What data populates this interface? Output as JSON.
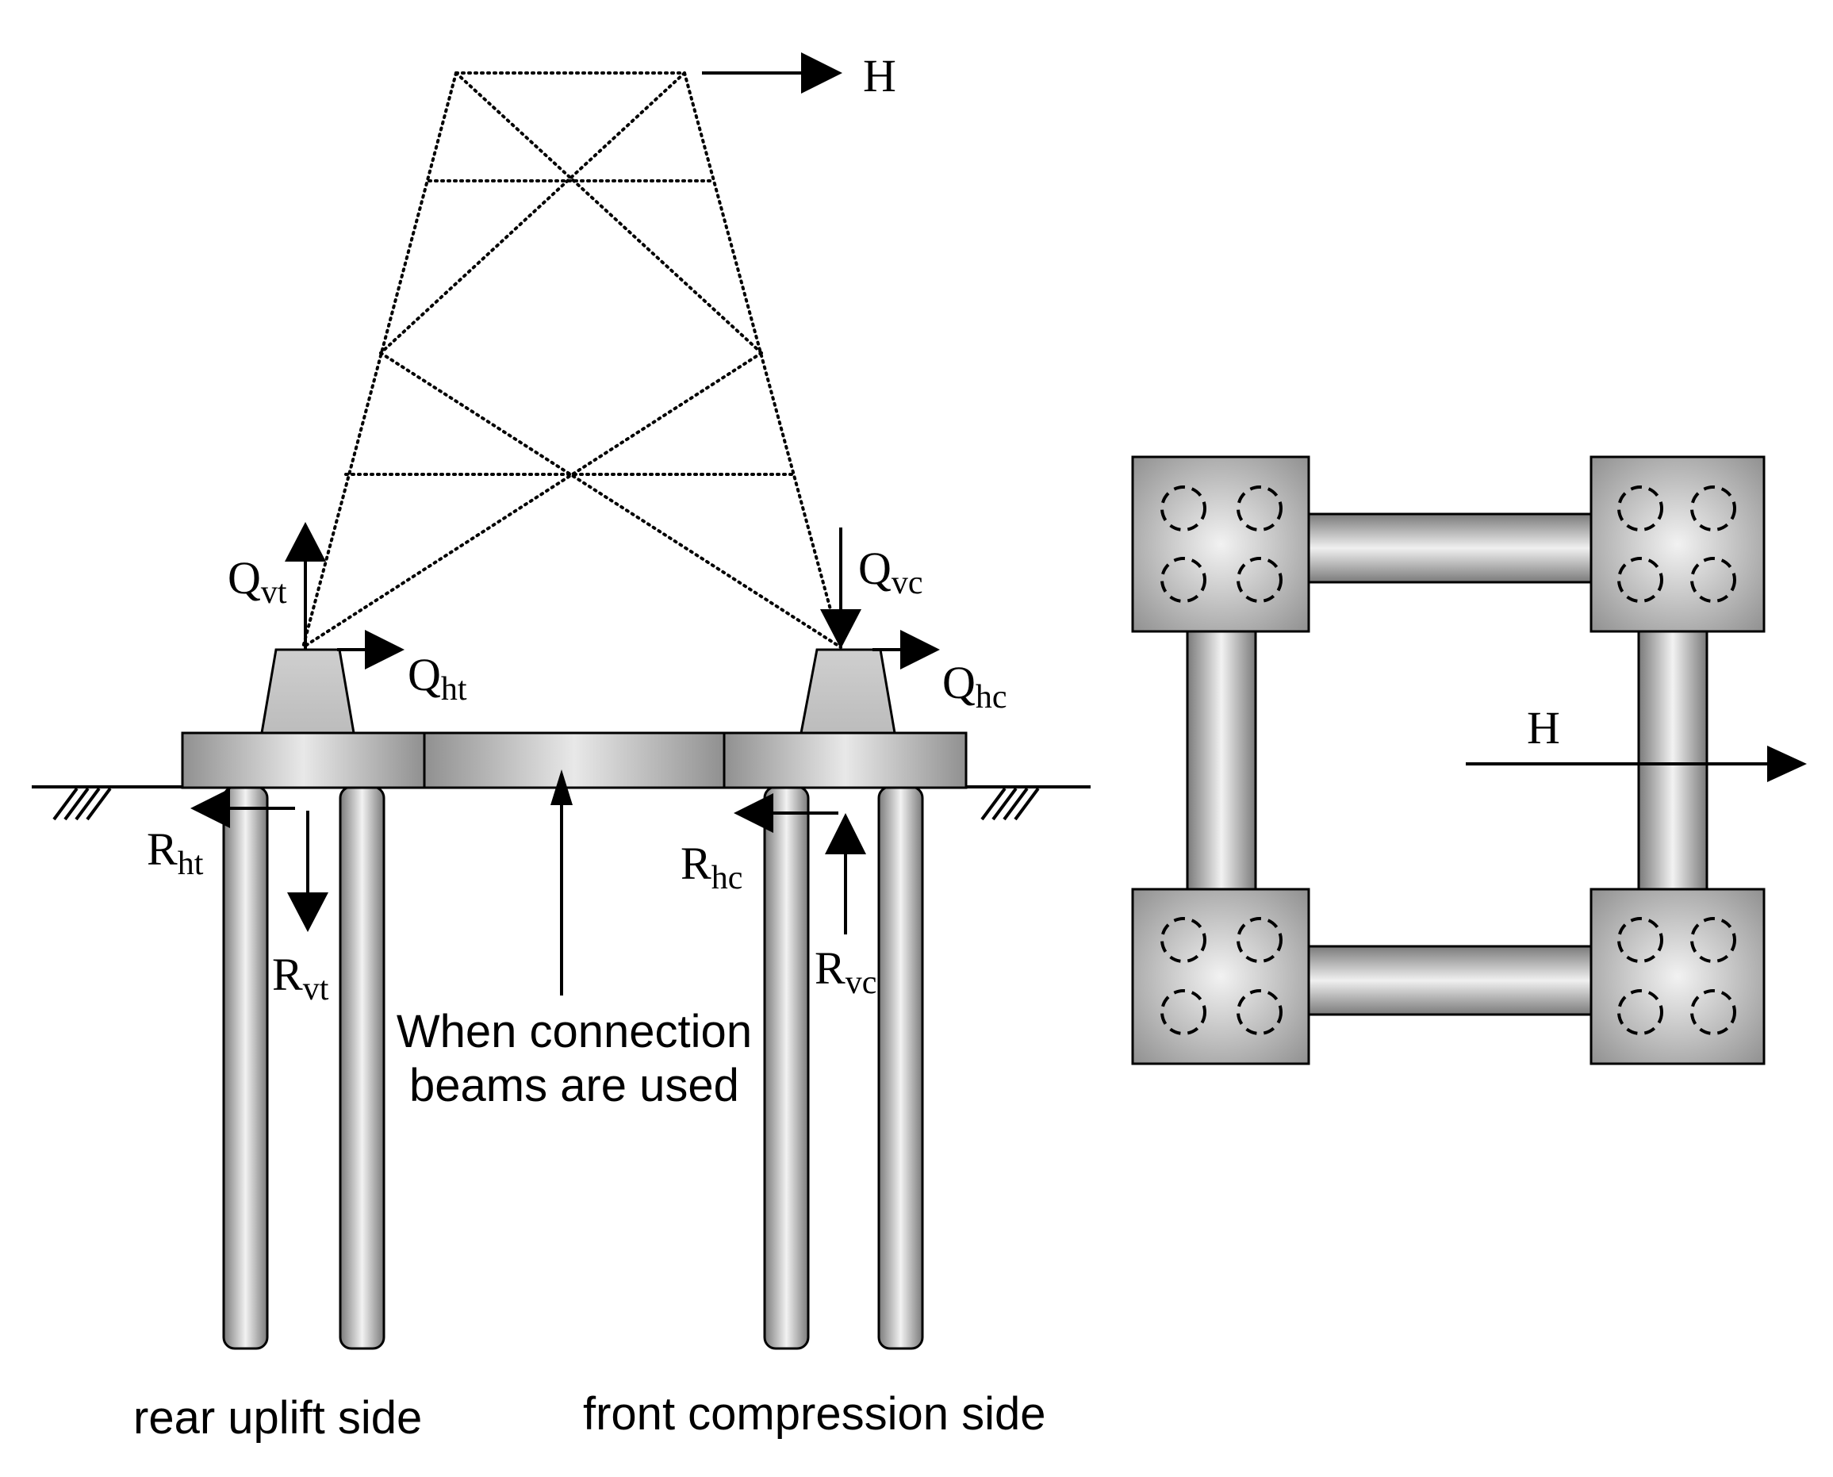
{
  "labels": {
    "H_top": "H",
    "H_plan": "H",
    "Qvt": {
      "main": "Q",
      "sub": "vt"
    },
    "Qht": {
      "main": "Q",
      "sub": "ht"
    },
    "Qvc": {
      "main": "Q",
      "sub": "vc"
    },
    "Qhc": {
      "main": "Q",
      "sub": "hc"
    },
    "Rht": {
      "main": "R",
      "sub": "ht"
    },
    "Rvt": {
      "main": "R",
      "sub": "vt"
    },
    "Rhc": {
      "main": "R",
      "sub": "hc"
    },
    "Rvc": {
      "main": "R",
      "sub": "vc"
    },
    "connection_line1": "When connection",
    "connection_line2": "beams are used",
    "rear_side": "rear uplift side",
    "front_side": "front compression side"
  },
  "colors": {
    "line": "#000000",
    "concrete_light": "#eeeeee",
    "concrete_dark": "#777777"
  }
}
